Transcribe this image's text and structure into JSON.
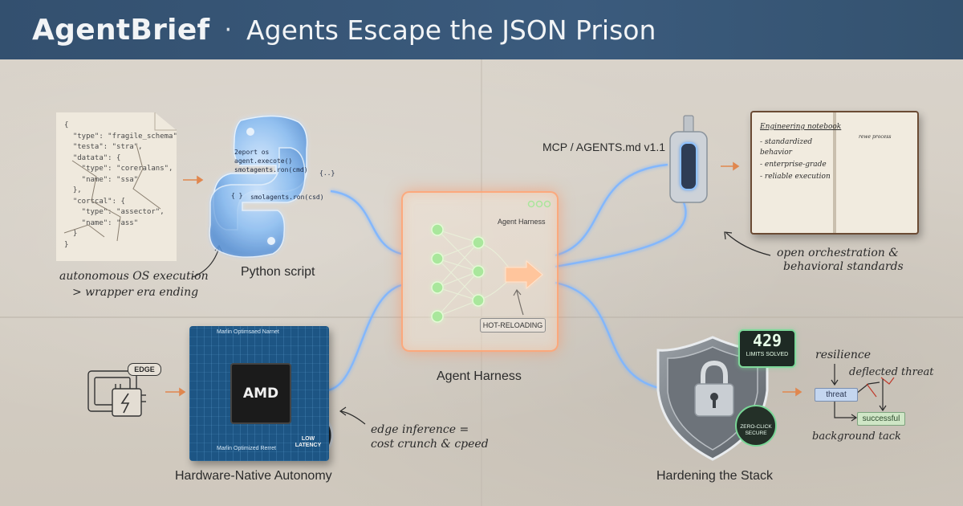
{
  "header": {
    "brand": "AgentBrief",
    "separator": "·",
    "title": "Agents Escape the JSON Prison"
  },
  "json_paper": {
    "lines": [
      "{",
      "  \"type\": \"fragile_schema\",",
      "  \"testa\": \"stra\",",
      "  \"datata\": {",
      "    \"type\": \"coreralans\",",
      "    \"name\": \"ssa\"",
      "  },",
      "  \"cortcal\": {",
      "    \"type\": \"assector\",",
      "    \"name\": \"ass\"",
      "  }",
      "}"
    ],
    "note_line1": "autonomous OS execution",
    "note_line2": "> wrapper era ending"
  },
  "python": {
    "label": "Python script",
    "code_line1": "2eport os",
    "code_line2": "agent.execote()",
    "code_line3": "smotagents.ron(cmd)",
    "code_line4": "smolagents.ron(csd)",
    "brace_tag": "{..}",
    "bracket_tag": "{ }"
  },
  "harness": {
    "inner_title": "Agent Harness",
    "hot_reload": "HOT-RELOADING",
    "label": "Agent Harness"
  },
  "mcp": {
    "label": "MCP / AGENTS.md v1.1"
  },
  "notebook": {
    "heading": "Engineering notebook",
    "items": [
      "- standardized",
      "  behavior",
      "- enterprise-grade",
      "- reliable execution"
    ],
    "right_heading": "rewe process",
    "note_line1": "open orchestration &",
    "note_line2": "behavioral standards"
  },
  "hardware": {
    "board_top": "Marlin Optimsaed Narnet",
    "board_bottom": "Marlin Optimized Rerret",
    "chip_label": "AMD",
    "gauge_line1": "LOW",
    "gauge_line2": "LATENCY",
    "edge_tag": "EDGE",
    "label": "Hardware-Native Autonomy",
    "note_line1": "edge inference =",
    "note_line2": "cost crunch & cpeed"
  },
  "security": {
    "badge_number": "429",
    "badge_text": "LIMITS SOLVED",
    "zero_click_line1": "ZERO-CLICK",
    "zero_click_line2": "SECURE",
    "label": "Hardening the Stack",
    "resilience": "resilience",
    "deflected": "deflected threat",
    "threat_box": "threat",
    "success_box": "successful",
    "background": "background tack"
  },
  "colors": {
    "header_bg": "#3b5b7d",
    "wire_glow": "#7fb6ff",
    "harness_glow": "#ff9a6a",
    "node_green": "#7be37a"
  }
}
